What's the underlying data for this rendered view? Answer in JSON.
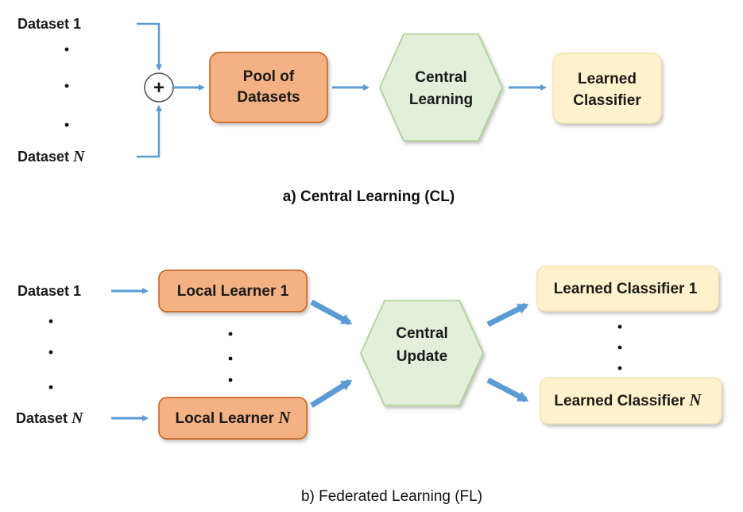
{
  "colors": {
    "arrow": "#5b9bd5",
    "orange_fill": "#f4b183",
    "orange_stroke": "#c55a11",
    "hex_fill": "#e2efda",
    "hex_stroke": "#a9d18e",
    "yellow_fill": "#fff2cc",
    "yellow_stroke": "#f2e0a8"
  },
  "central": {
    "dataset_first": {
      "prefix": "Dataset",
      "index": "1"
    },
    "dataset_last": {
      "prefix": "Dataset",
      "index": "N"
    },
    "sum_symbol": "+",
    "pool": {
      "line1": "Pool of",
      "line2": "Datasets"
    },
    "learning": {
      "line1": "Central",
      "line2": "Learning"
    },
    "classifier": {
      "line1": "Learned",
      "line2": "Classifier"
    },
    "caption": "a) Central Learning (CL)"
  },
  "federated": {
    "dataset_first": {
      "prefix": "Dataset",
      "index": "1"
    },
    "dataset_last": {
      "prefix": "Dataset",
      "index": "N"
    },
    "learner_first": {
      "prefix": "Local Learner",
      "index": "1"
    },
    "learner_last": {
      "prefix": "Local Learner",
      "index": "N"
    },
    "update": {
      "line1": "Central",
      "line2": "Update"
    },
    "classifier_first": {
      "prefix": "Learned Classifier",
      "index": "1"
    },
    "classifier_last": {
      "prefix": "Learned Classifier",
      "index": "N"
    },
    "caption": "b) Federated Learning (FL)"
  }
}
